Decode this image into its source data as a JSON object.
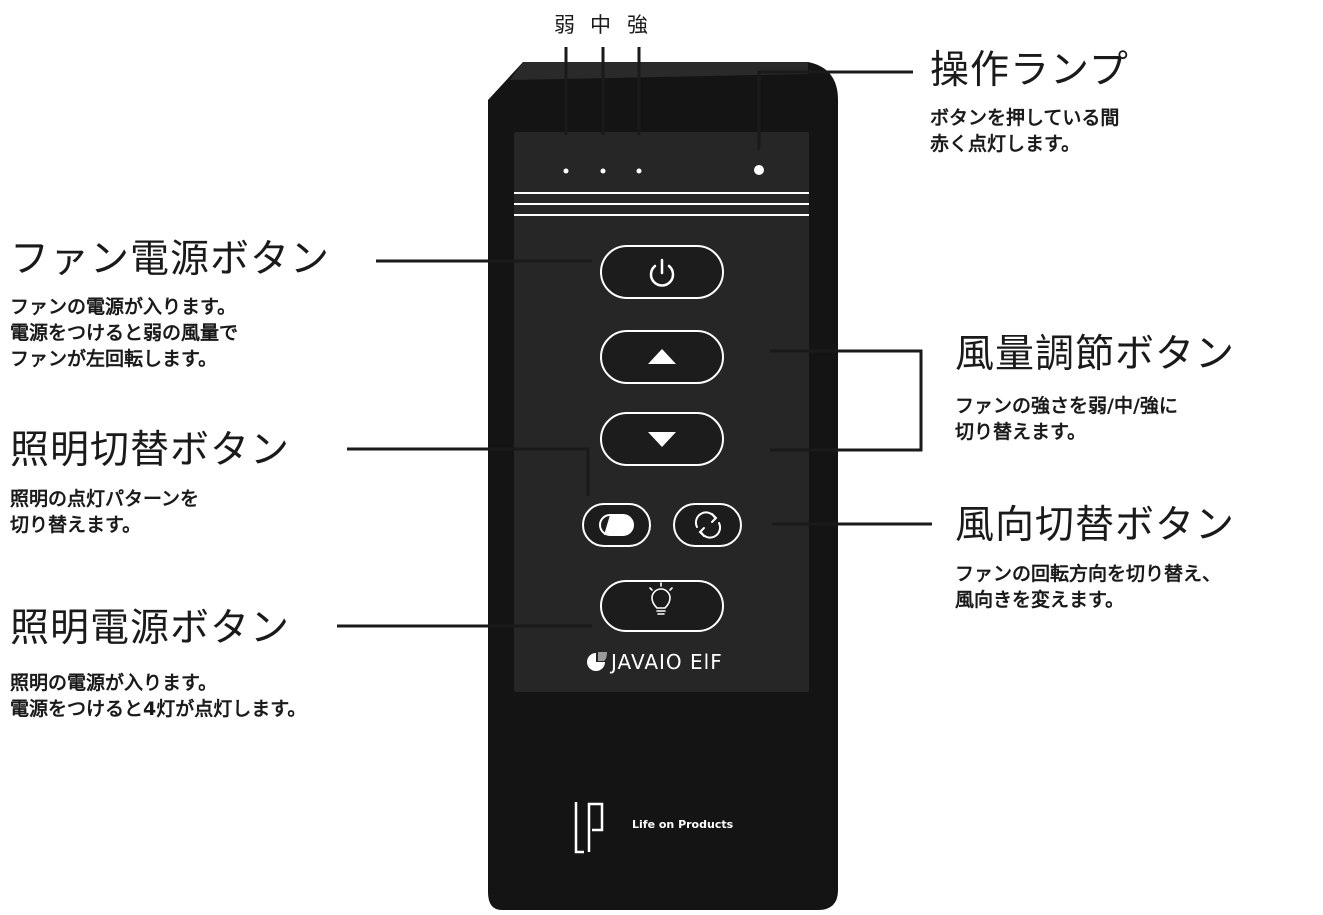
{
  "indicators": [
    "弱",
    "中",
    "強"
  ],
  "labels": {
    "lamp": {
      "title": "操作ランプ",
      "desc": [
        "ボタンを押している間",
        "赤く点灯します。"
      ]
    },
    "fan_power": {
      "title": "ファン電源ボタン",
      "desc": [
        "ファンの電源が入ります。",
        "電源をつけると弱の風量で",
        "ファンが左回転します。"
      ]
    },
    "light_mode": {
      "title": "照明切替ボタン",
      "desc": [
        "照明の点灯パターンを",
        "切り替えます。"
      ]
    },
    "light_power": {
      "title": "照明電源ボタン",
      "desc": [
        "照明の電源が入ります。",
        "電源をつけると4灯が点灯します。"
      ]
    },
    "speed": {
      "title": "風量調節ボタン",
      "desc": [
        "ファンの強さを弱/中/強に",
        "切り替えます。"
      ]
    },
    "direction": {
      "title": "風向切替ボタン",
      "desc": [
        "ファンの回転方向を切り替え、",
        "風向きを変えます。"
      ]
    }
  },
  "remote": {
    "brand": "JAVAIO ElF",
    "maker": "Life on Products",
    "icons": [
      "power-icon",
      "arrow-up-icon",
      "arrow-down-icon",
      "light-mode-icon",
      "rotate-icon",
      "bulb-icon"
    ]
  },
  "colors": {
    "body": "#1c1c1c",
    "panel": "#262626",
    "line": "#1a1a1a",
    "button_border": "#ffffff"
  }
}
